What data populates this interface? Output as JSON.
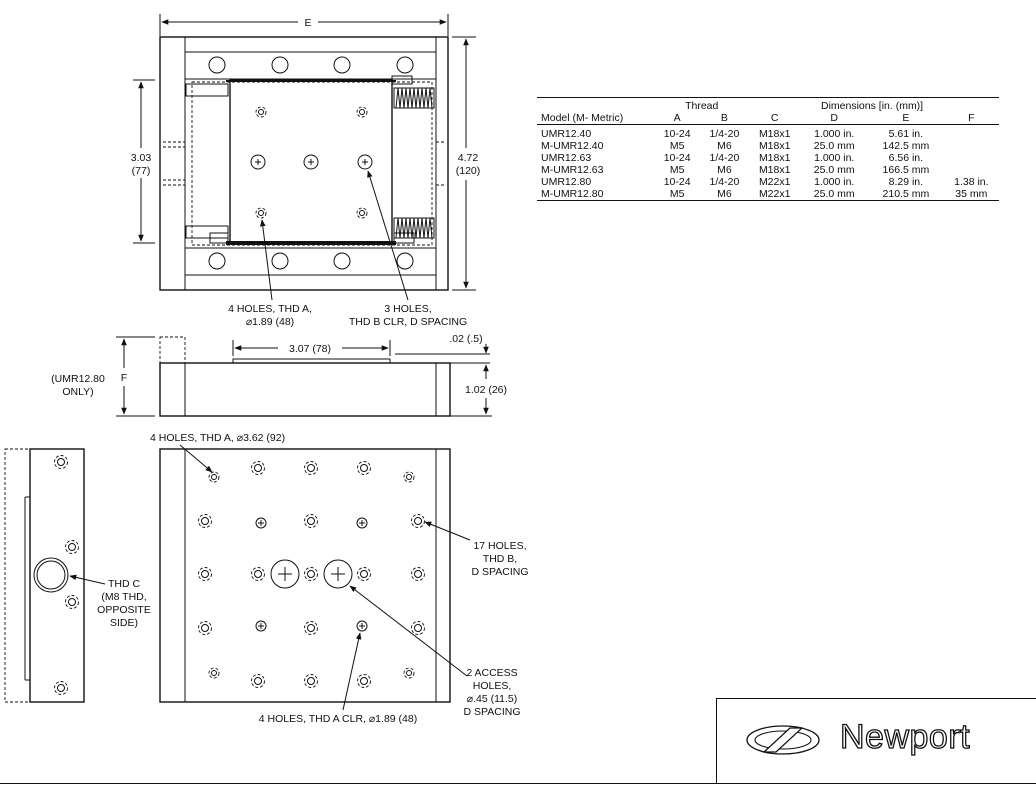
{
  "top_view": {
    "dim_E": "E",
    "dim_height_in": "3.03",
    "dim_height_mm": "(77)",
    "dim_total_in": "4.72",
    "dim_total_mm": "(120)",
    "callout_holes_a_1": "4 HOLES, THD A,",
    "callout_holes_a_2": "⌀1.89 (48)",
    "callout_holes_b_1": "3 HOLES,",
    "callout_holes_b_2": "THD B CLR, D SPACING"
  },
  "side_view": {
    "dim_307": "3.07 (78)",
    "dim_02": ".02 (.5)",
    "dim_F": "F",
    "umr_note_1": "(UMR12.80",
    "umr_note_2": "ONLY)",
    "dim_102": "1.02 (26)"
  },
  "bottom_view": {
    "callout_top": "4 HOLES, THD A, ⌀3.62 (92)",
    "callout_17_1": "17 HOLES,",
    "callout_17_2": "THD B,",
    "callout_17_3": "D SPACING",
    "thd_c_1": "THD C",
    "thd_c_2": "(M8 THD,",
    "thd_c_3": "OPPOSITE",
    "thd_c_4": "SIDE)",
    "access_1": "2 ACCESS",
    "access_2": "HOLES,",
    "access_3": "⌀.45 (11.5)",
    "access_4": "D SPACING",
    "callout_bottom": "4 HOLES, THD A CLR, ⌀1.89 (48)"
  },
  "table": {
    "header_thread": "Thread",
    "header_dimensions": "Dimensions [in. (mm)]",
    "col_model": "Model (M- Metric)",
    "col_A": "A",
    "col_B": "B",
    "col_C": "C",
    "col_D": "D",
    "col_E": "E",
    "col_F": "F",
    "rows": [
      {
        "model": "UMR12.40",
        "a": "10-24",
        "b": "1/4-20",
        "c": "M18x1",
        "d": "1.000 in.",
        "e": "5.61 in.",
        "f": ""
      },
      {
        "model": "M-UMR12.40",
        "a": "M5",
        "b": "M6",
        "c": "M18x1",
        "d": "25.0 mm",
        "e": "142.5 mm",
        "f": ""
      },
      {
        "model": "UMR12.63",
        "a": "10-24",
        "b": "1/4-20",
        "c": "M18x1",
        "d": "1.000 in.",
        "e": "6.56 in.",
        "f": ""
      },
      {
        "model": "M-UMR12.63",
        "a": "M5",
        "b": "M6",
        "c": "M18x1",
        "d": "25.0 mm",
        "e": "166.5 mm",
        "f": ""
      },
      {
        "model": "UMR12.80",
        "a": "10-24",
        "b": "1/4-20",
        "c": "M22x1",
        "d": "1.000 in.",
        "e": "8.29 in.",
        "f": "1.38 in."
      },
      {
        "model": "M-UMR12.80",
        "a": "M5",
        "b": "M6",
        "c": "M22x1",
        "d": "25.0 mm",
        "e": "210.5 mm",
        "f": "35 mm"
      }
    ]
  },
  "logo": {
    "text": "Newport"
  }
}
